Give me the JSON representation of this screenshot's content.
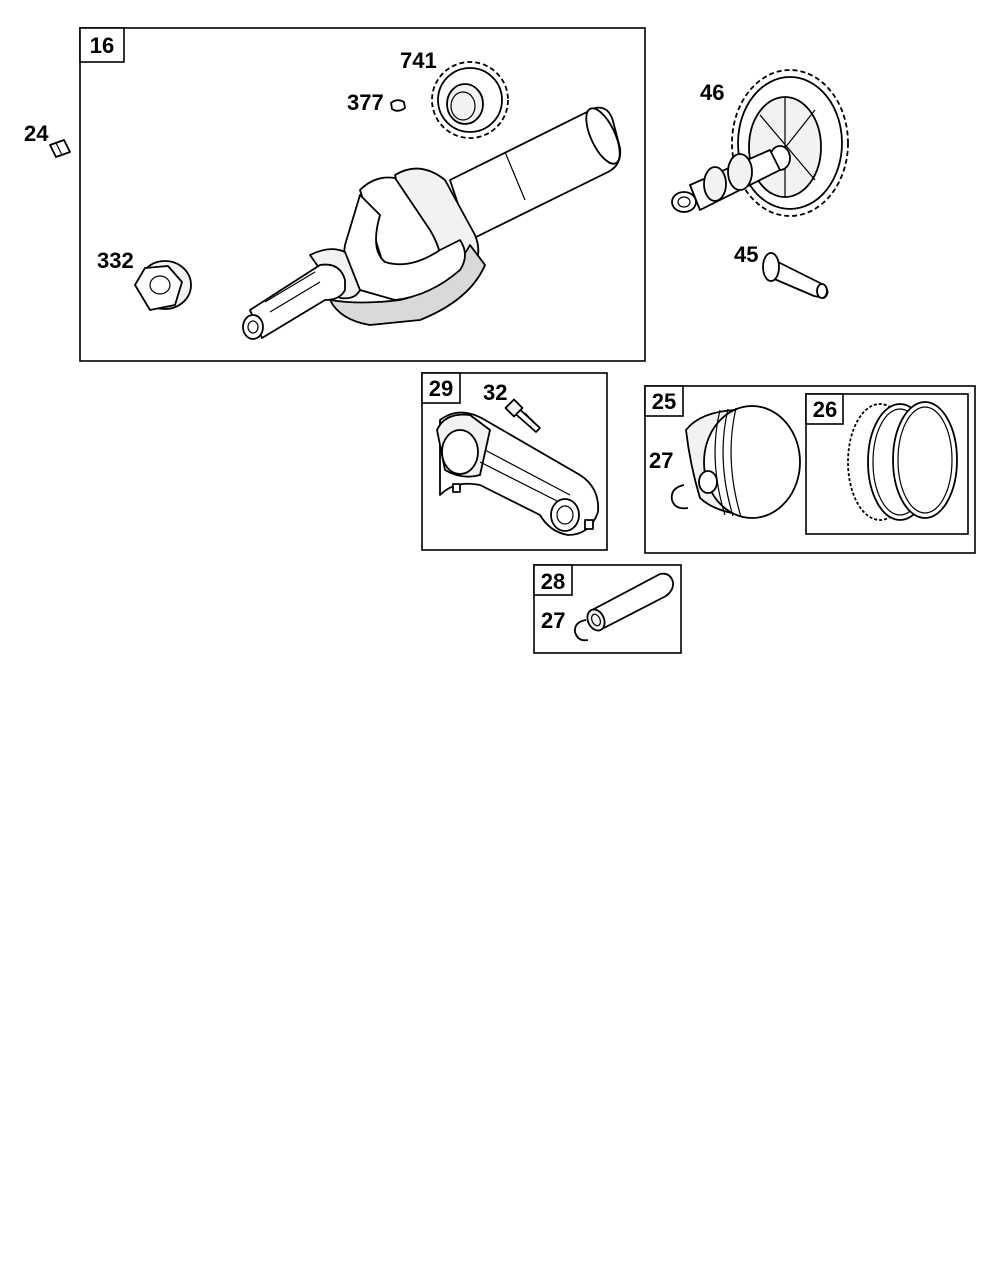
{
  "assemblies": {
    "crankshaft": {
      "number": "16"
    },
    "connecting_rod": {
      "number": "29"
    },
    "piston": {
      "number": "25"
    },
    "piston_rings": {
      "number": "26"
    },
    "piston_pin": {
      "number": "28"
    }
  },
  "callouts": {
    "key_24": "24",
    "key_377": "377",
    "gear_741": "741",
    "nut_332": "332",
    "camshaft_46": "46",
    "tappet_45": "45",
    "screw_32": "32",
    "retainer_27_piston": "27",
    "retainer_27_pin": "27"
  }
}
